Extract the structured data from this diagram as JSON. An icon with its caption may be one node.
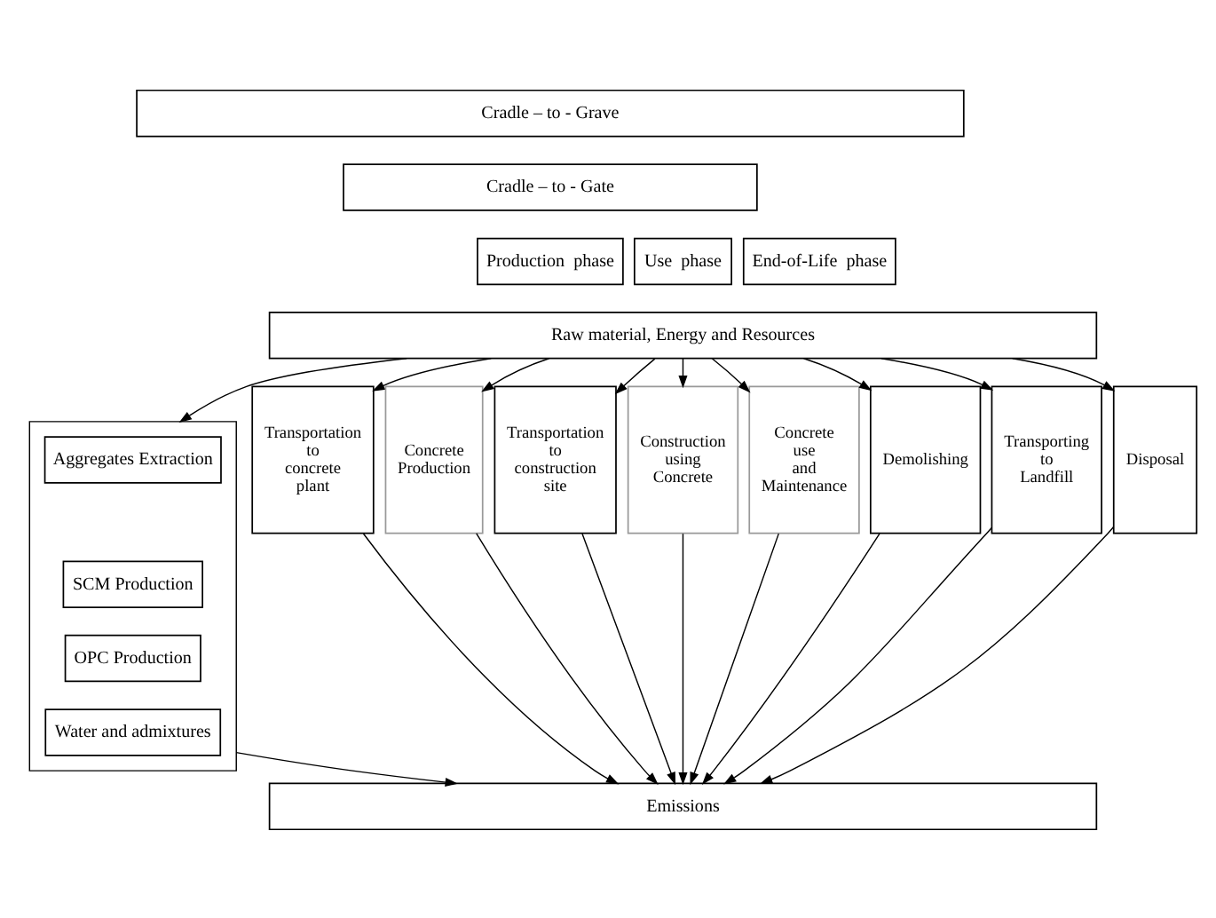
{
  "diagram": {
    "nodes": [
      {
        "text": [
          "Cradle – to - Grave"
        ]
      },
      {
        "text": [
          "Cradle – to - Gate"
        ]
      },
      {
        "text": [
          "Production  phase"
        ]
      },
      {
        "text": [
          "Use  phase"
        ]
      },
      {
        "text": [
          "End-of-Life  phase"
        ]
      },
      {
        "text": [
          "Raw material, Energy and Resources"
        ]
      },
      {
        "text": [],
        "shape": "box"
      },
      {
        "text": [
          "Aggregates Extraction"
        ],
        "in": 6
      },
      {
        "text": [
          "SCM Production"
        ],
        "in": 6
      },
      {
        "text": [
          "OPC Production"
        ],
        "in": 6
      },
      {
        "text": [
          "Water and admixtures"
        ],
        "in": 6
      },
      {
        "text": [
          "Transportation to concrete plant"
        ]
      },
      {
        "text": [
          "Concrete Production"
        ]
      },
      {
        "text": [
          "Transportation to construction site"
        ]
      },
      {
        "text": [
          "Construction using Concrete"
        ]
      },
      {
        "text": [
          "Concrete use and Maintenance"
        ]
      },
      {
        "text": [
          "Demolishing"
        ]
      },
      {
        "text": [
          "Transporting to Landfill"
        ]
      },
      {
        "text": [
          "Disposal"
        ]
      },
      {
        "text": [
          "Emissions"
        ]
      }
    ],
    "edges": [
      {
        "from": 5,
        "to": 6,
        "arrow": "to"
      },
      {
        "from": 5,
        "to": 11,
        "arrow": "to"
      },
      {
        "from": 5,
        "to": 12,
        "arrow": "to"
      },
      {
        "from": 5,
        "to": 13,
        "arrow": "to"
      },
      {
        "from": 5,
        "to": 14,
        "arrow": "to"
      },
      {
        "from": 5,
        "to": 15,
        "arrow": "to"
      },
      {
        "from": 5,
        "to": 16,
        "arrow": "to"
      },
      {
        "from": 5,
        "to": 17,
        "arrow": "to"
      },
      {
        "from": 5,
        "to": 18,
        "arrow": "to"
      },
      {
        "from": 6,
        "to": 19,
        "arrow": "to"
      },
      {
        "from": 11,
        "to": 19,
        "arrow": "to"
      },
      {
        "from": 12,
        "to": 19,
        "arrow": "to"
      },
      {
        "from": 13,
        "to": 19,
        "arrow": "to"
      },
      {
        "from": 14,
        "to": 19,
        "arrow": "to"
      },
      {
        "from": 15,
        "to": 19,
        "arrow": "to"
      },
      {
        "from": 16,
        "to": 19,
        "arrow": "to"
      },
      {
        "from": 17,
        "to": 19,
        "arrow": "to"
      },
      {
        "from": 18,
        "to": 19,
        "arrow": "to"
      }
    ]
  }
}
